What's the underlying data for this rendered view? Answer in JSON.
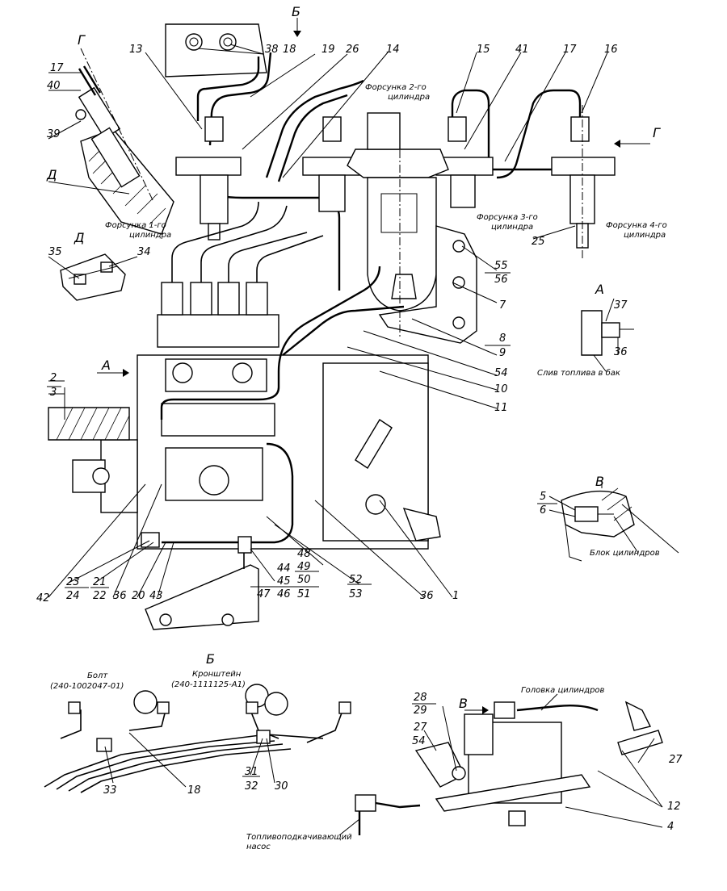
{
  "views": {
    "G": "Г",
    "B_top": "Б",
    "A": "А",
    "V": "В",
    "D1": "Д",
    "D2": "Д",
    "B_bottom": "Б",
    "V_bottom": "В",
    "G_arrow": "Г",
    "A_arrow": "А"
  },
  "captions": {
    "inj1": [
      "Форсунка 1-го",
      "цилиндра"
    ],
    "inj2": [
      "Форсунка 2-го",
      "цилиндра"
    ],
    "inj3": [
      "Форсунка 3-го",
      "цилиндра"
    ],
    "inj4": [
      "Форсунка 4-го",
      "цилиндра"
    ],
    "drain": "Слив топлива в бак",
    "block": "Блок цилиндров",
    "bolt": [
      "Болт",
      "(240-1002047-01)"
    ],
    "bracket": [
      "Кронштейн",
      "(240-1111125-А1)"
    ],
    "head": "Головка цилиндров",
    "pump": [
      "Топливоподкачивающий",
      "насос"
    ]
  },
  "labels": {
    "n13": "13",
    "n38": "38",
    "n18": "18",
    "n19": "19",
    "n26": "26",
    "n14": "14",
    "n15": "15",
    "n41": "41",
    "n17b": "17",
    "n16": "16",
    "n17": "17",
    "n40": "40",
    "n39": "39",
    "n35": "35",
    "n34": "34",
    "n25": "25",
    "n55": "55",
    "n56": "56",
    "n7": "7",
    "n8": "8",
    "n9": "9",
    "n54": "54",
    "n10": "10",
    "n11": "11",
    "n37": "37",
    "n36a": "36",
    "n2": "2",
    "n3": "3",
    "n5": "5",
    "n6": "6",
    "n42": "42",
    "n23": "23",
    "n24": "24",
    "n21": "21",
    "n22": "22",
    "n36b": "36",
    "n20": "20",
    "n43": "43",
    "n44": "44",
    "n45": "45",
    "n46": "46",
    "n47": "47",
    "n48": "48",
    "n49": "49",
    "n50": "50",
    "n51": "51",
    "n52": "52",
    "n53": "53",
    "n36c": "36",
    "n1": "1",
    "n33": "33",
    "n18b": "18",
    "n31": "31",
    "n32": "32",
    "n30": "30",
    "n28": "28",
    "n29": "29",
    "n27a": "27",
    "n54b": "54",
    "n27b": "27",
    "n12": "12",
    "n4": "4"
  }
}
